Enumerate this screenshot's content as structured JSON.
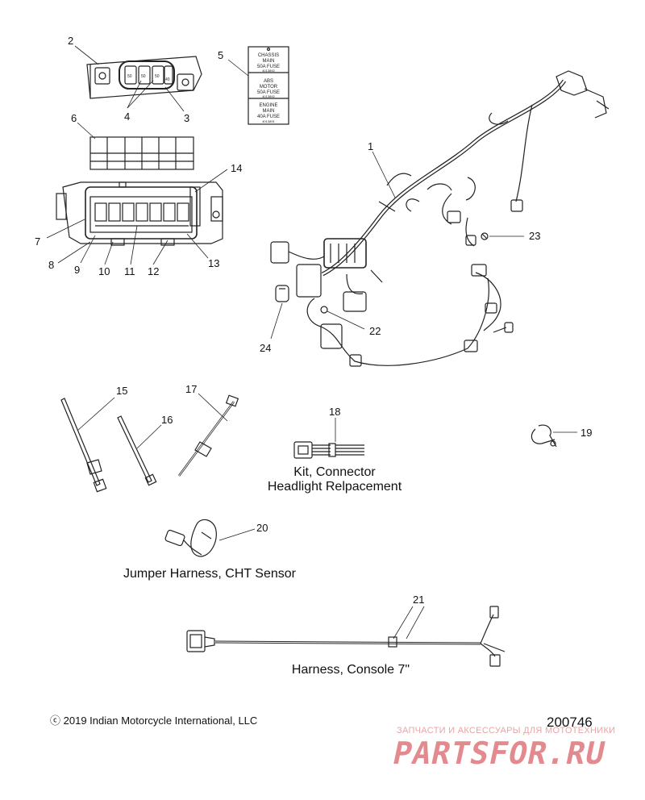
{
  "callouts": {
    "c1": "1",
    "c2": "2",
    "c3": "3",
    "c4": "4",
    "c5": "5",
    "c6": "6",
    "c7": "7",
    "c8": "8",
    "c9": "9",
    "c10": "10",
    "c11": "11",
    "c12": "12",
    "c13": "13",
    "c14": "14",
    "c15": "15",
    "c16": "16",
    "c17": "17",
    "c18": "18",
    "c19": "19",
    "c20": "20",
    "c21": "21",
    "c22": "22",
    "c23": "23",
    "c24": "24"
  },
  "fuse_label": {
    "l1": "CHASSIS",
    "l2": "MAIN",
    "l3": "50A FUSE",
    "l4": "4013892",
    "l5": "ABS",
    "l6": "MOTOR",
    "l7": "50A FUSE",
    "l8": "4013892",
    "l9": "ENGINE",
    "l10": "MAIN",
    "l11": "40A FUSE",
    "l12": "4013891"
  },
  "fuse_box_digits": {
    "d1": "50",
    "d2": "50",
    "d3": "50",
    "d4": "40"
  },
  "captions": {
    "kit_line1": "Kit, Connector",
    "kit_line2": "Headlight Relpacement",
    "jumper": "Jumper Harness, CHT Sensor",
    "console": "Harness, Console 7\""
  },
  "footer": {
    "copyright": "2019 Indian Motorcycle International, LLC",
    "doc_number": "200746"
  },
  "watermark": {
    "subtitle": "ЗАПЧАСТИ И АКСЕССУАРЫ ДЛЯ МОТОТЕХНИКИ",
    "brand": "PARTSFOR.RU"
  }
}
